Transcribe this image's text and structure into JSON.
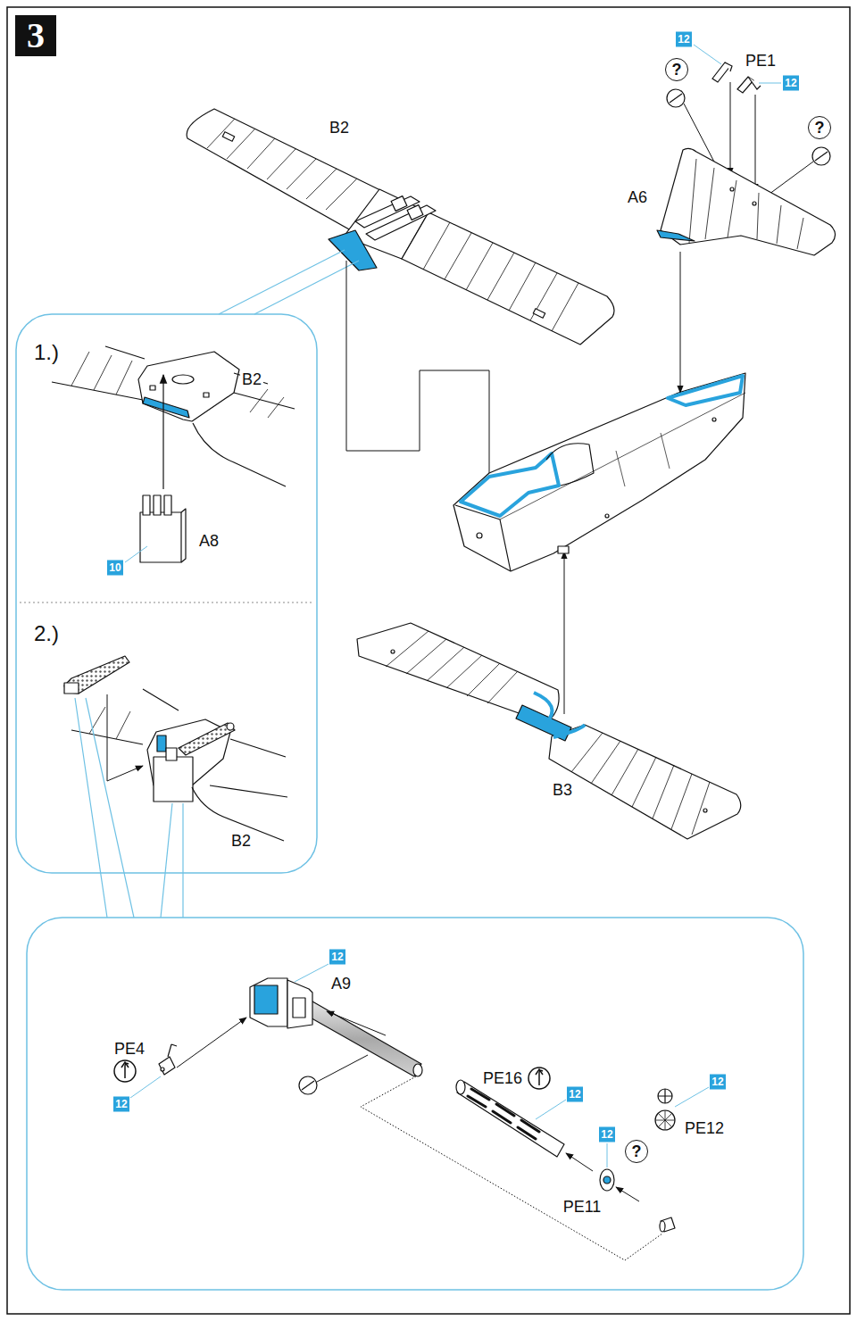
{
  "diagram": {
    "nodes": [
      {
        "text": [
          "3"
        ]
      }
    ],
    "labels": [
      "12",
      "PE1",
      "12",
      "?",
      "B2",
      "?",
      "A6",
      "1.)",
      "B2",
      "A8",
      "10",
      "2.)",
      "B3",
      "B2",
      "12",
      "A9",
      "PE4",
      "12",
      "PE16",
      "12",
      "12",
      "PE12",
      "12",
      "?",
      "PE11"
    ]
  }
}
